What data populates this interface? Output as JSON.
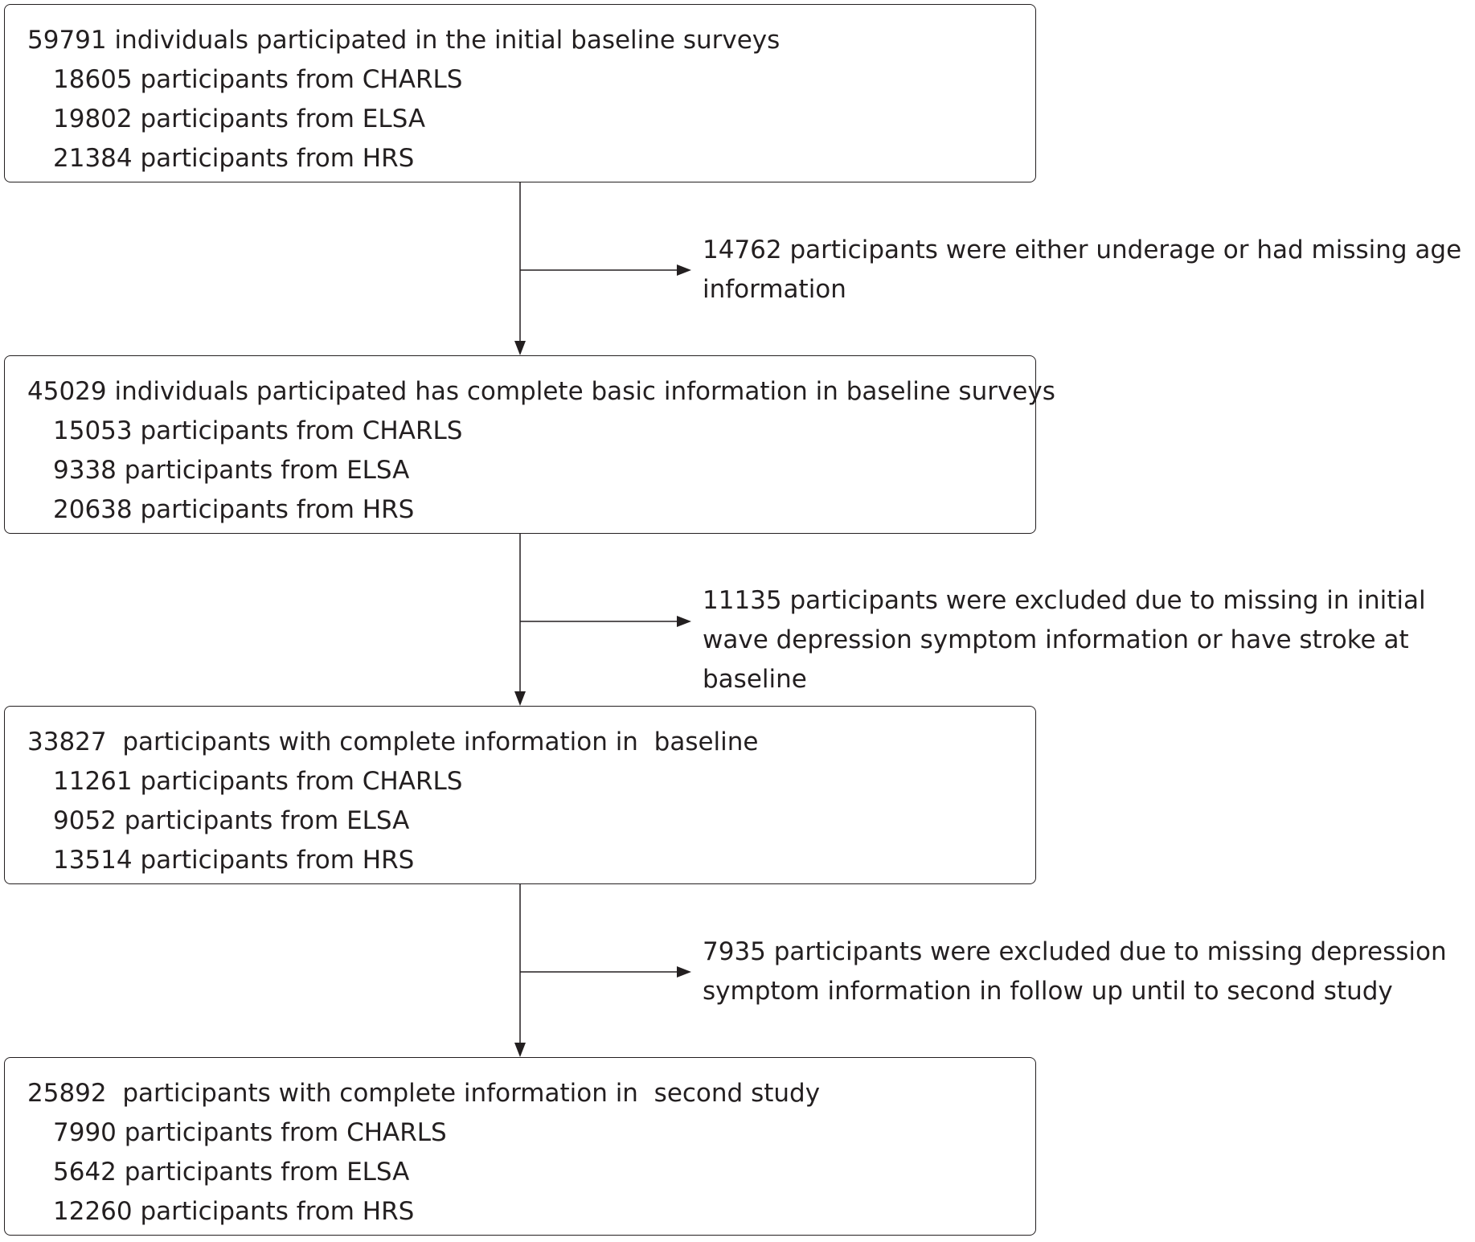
{
  "boxes": [
    {
      "title": "59791 individuals participated in the initial baseline surveys",
      "lines": [
        "18605 participants from CHARLS",
        "19802 participants from ELSA",
        "21384 participants from HRS"
      ]
    },
    {
      "title": "45029 individuals participated has complete basic information in baseline surveys",
      "lines": [
        "15053 participants from CHARLS",
        "9338 participants from ELSA",
        "20638 participants from HRS"
      ]
    },
    {
      "title": "33827  participants with complete information in  baseline",
      "lines": [
        "11261 participants from CHARLS",
        "9052 participants from ELSA",
        "13514 participants from HRS"
      ]
    },
    {
      "title": "25892  participants with complete information in  second study",
      "lines": [
        "7990 participants from CHARLS",
        "5642 participants from ELSA",
        "12260 participants from HRS"
      ]
    }
  ],
  "exclusions": [
    "14762 participants were either underage or had missing age information",
    "11135 participants were excluded due to missing in initial wave depression symptom information or have stroke at baseline",
    "7935 participants were excluded due to missing depression symptom information in follow up until to second study"
  ],
  "colors": {
    "line": "#231f20",
    "text": "#231f20",
    "background": "#ffffff"
  }
}
